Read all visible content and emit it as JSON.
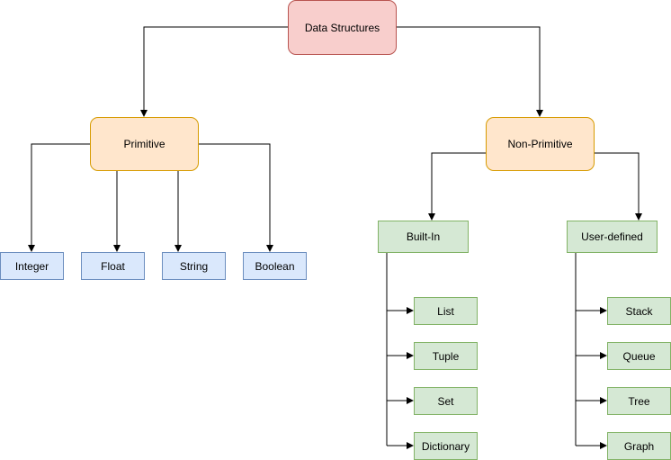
{
  "colors": {
    "root_fill": "#f8cecc",
    "root_stroke": "#b85450",
    "orange_fill": "#ffe6cc",
    "orange_stroke": "#d79b00",
    "blue_fill": "#dae8fc",
    "blue_stroke": "#6c8ebf",
    "green_fill": "#d5e8d4",
    "green_stroke": "#82b366",
    "connector": "#000000"
  },
  "root": {
    "label": "Data Structures"
  },
  "primitive": {
    "label": "Primitive",
    "children": [
      "Integer",
      "Float",
      "String",
      "Boolean"
    ]
  },
  "non_primitive": {
    "label": "Non-Primitive",
    "built_in": {
      "label": "Built-In",
      "children": [
        "List",
        "Tuple",
        "Set",
        "Dictionary"
      ]
    },
    "user_defined": {
      "label": "User-defined",
      "children": [
        "Stack",
        "Queue",
        "Tree",
        "Graph"
      ]
    }
  }
}
